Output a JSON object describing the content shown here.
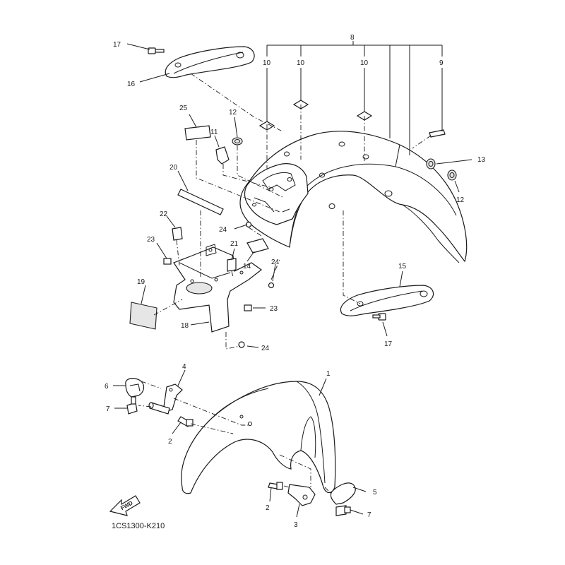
{
  "diagram": {
    "code": "1CS1300-K210",
    "fwd_label": "FWD",
    "callouts": {
      "c1": "1",
      "c2a": "2",
      "c2b": "2",
      "c3": "3",
      "c4": "4",
      "c5": "5",
      "c6": "6",
      "c7a": "7",
      "c7b": "7",
      "c8": "8",
      "c9": "9",
      "c10a": "10",
      "c10b": "10",
      "c10c": "10",
      "c11": "11",
      "c12a": "12",
      "c12b": "12",
      "c13": "13",
      "c14": "14",
      "c15": "15",
      "c16": "16",
      "c17a": "17",
      "c17b": "17",
      "c18": "18",
      "c19": "19",
      "c20": "20",
      "c21": "21",
      "c22": "22",
      "c23a": "23",
      "c23b": "23",
      "c24a": "24",
      "c24b": "24",
      "c24c": "24",
      "c25": "25"
    }
  }
}
